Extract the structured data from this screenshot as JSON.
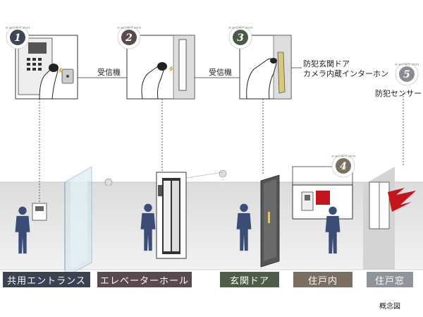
{
  "steps": [
    {
      "num": "1",
      "ring_text": "FIVE SECURITY SYSTEM",
      "color": "#3e4556"
    },
    {
      "num": "2",
      "ring_text": "FIVE SECURITY SYSTEM",
      "color": "#5a4a4c"
    },
    {
      "num": "3",
      "ring_text": "FIVE SECURITY SYSTEM",
      "color": "#4a5a44"
    },
    {
      "num": "4",
      "ring_text": "FIVE SECURITY SYSTEM",
      "color": "#7c7060"
    },
    {
      "num": "5",
      "ring_text": "FIVE SECURITY SYSTEM",
      "color": "#8a8c92"
    }
  ],
  "callouts": {
    "receiver_1": "受信機",
    "receiver_2": "受信機",
    "door_line1": "防犯玄関ドア",
    "door_line2": "カメラ内蔵インターホン",
    "sensor": "防犯センサー"
  },
  "zones": [
    {
      "label": "共用エントランス",
      "color": "#3b4252"
    },
    {
      "label": "エレベーターホール",
      "color": "#5b4a4d"
    },
    {
      "label": "玄関ドア",
      "color": "#4d5d47"
    },
    {
      "label": "住戸内",
      "color": "#7b6f61"
    },
    {
      "label": "住戸窓",
      "color": "#8f939a"
    }
  ],
  "caption": "概念図",
  "colors": {
    "figure": "#3b4d76",
    "wall": "#e6e6e6",
    "alert": "#c4151c"
  }
}
